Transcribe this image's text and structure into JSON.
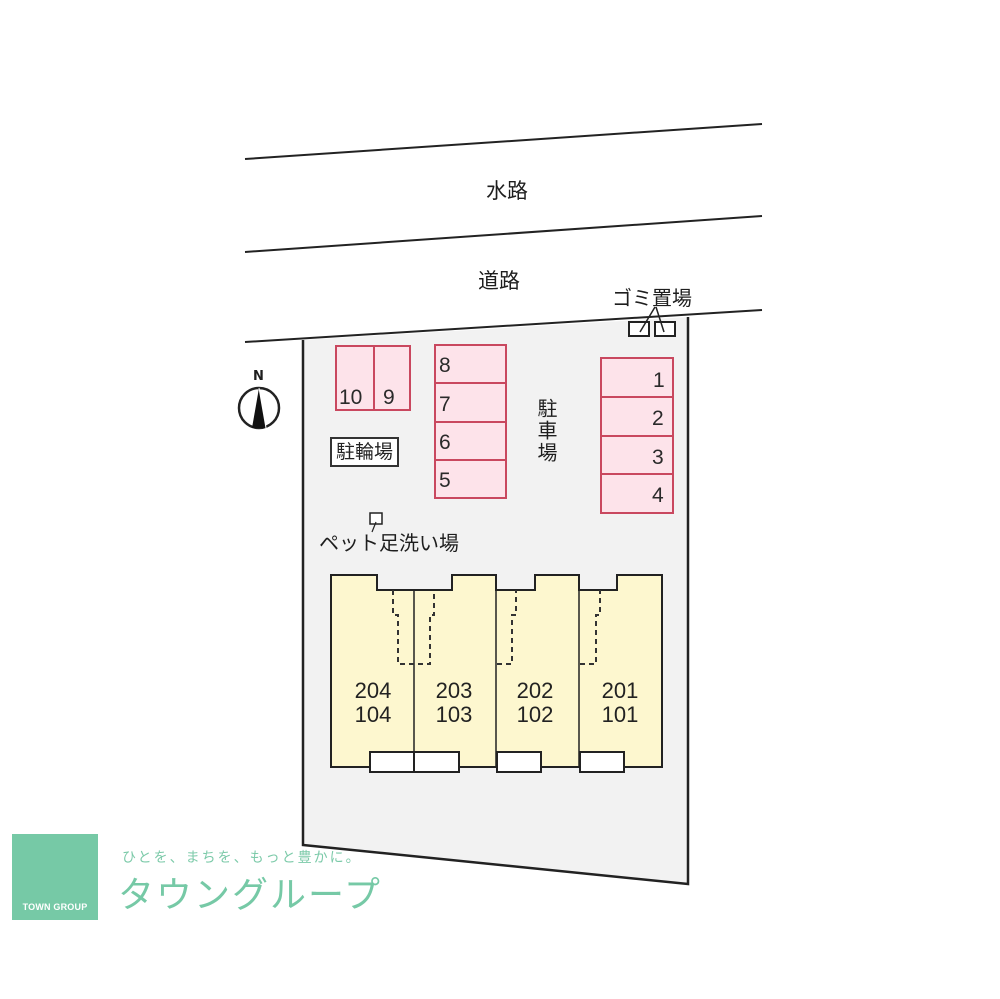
{
  "map": {
    "labels": {
      "waterway": "水路",
      "road": "道路",
      "garbage": "ゴミ置場",
      "parking": "駐車場",
      "bicycle_parking": "駐輪場",
      "pet_foot_wash": "ペット足洗い場",
      "north": "N"
    },
    "parking_spaces": {
      "left_pair": [
        "10",
        "9"
      ],
      "middle_column": [
        "8",
        "7",
        "6",
        "5"
      ],
      "right_column": [
        "1",
        "2",
        "3",
        "4"
      ]
    },
    "units": [
      {
        "upper": "204",
        "lower": "104"
      },
      {
        "upper": "203",
        "lower": "103"
      },
      {
        "upper": "202",
        "lower": "102"
      },
      {
        "upper": "201",
        "lower": "101"
      }
    ],
    "colors": {
      "lot_fill": "#f2f2f2",
      "parking_fill": "#fde3ea",
      "parking_stroke": "#c9485f",
      "building_fill": "#fdf7cf",
      "outline": "#222222",
      "brand_green": "#76c9a6"
    }
  },
  "branding": {
    "logo_text": "TOWN GROUP",
    "tagline": "ひとを、まちを、もっと豊かに。",
    "brand_name": "タウングループ"
  }
}
